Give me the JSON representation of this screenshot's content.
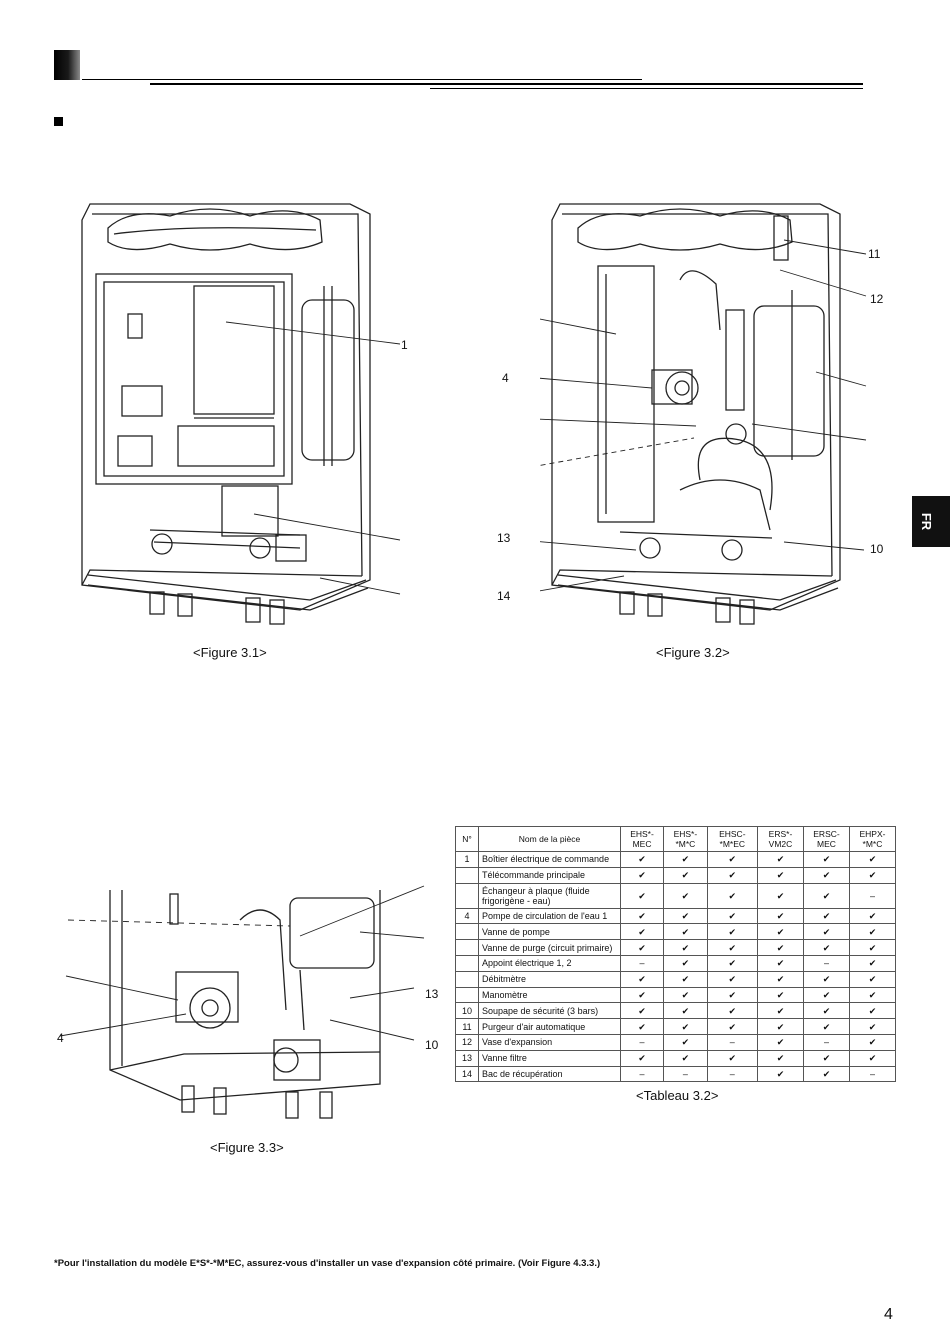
{
  "side_tab": "FR",
  "figures": {
    "fig1": {
      "caption": "<Figure 3.1>",
      "callouts": [
        "1"
      ]
    },
    "fig2": {
      "caption": "<Figure 3.2>",
      "callouts": [
        "11",
        "12",
        "4",
        "13",
        "10",
        "14"
      ]
    },
    "fig3": {
      "caption": "<Figure 3.3>",
      "callouts": [
        "13",
        "4",
        "10"
      ]
    }
  },
  "table": {
    "caption": "<Tableau 3.2>",
    "headers": [
      "N°",
      "Nom de la pièce",
      "EHS*-MEC",
      "EHS*-*M*C",
      "EHSC-*M*EC",
      "ERS*-VM2C",
      "ERSC-MEC",
      "EHPX-*M*C"
    ],
    "rows": [
      {
        "no": "1",
        "name": "Boîtier électrique de commande",
        "marks": [
          "✔",
          "✔",
          "✔",
          "✔",
          "✔",
          "✔"
        ]
      },
      {
        "no": "",
        "name": "Télécommande principale",
        "marks": [
          "✔",
          "✔",
          "✔",
          "✔",
          "✔",
          "✔"
        ]
      },
      {
        "no": "",
        "name": "Échangeur à plaque (fluide frigorigène - eau)",
        "marks": [
          "✔",
          "✔",
          "✔",
          "✔",
          "✔",
          "–"
        ]
      },
      {
        "no": "4",
        "name": "Pompe de circulation de l'eau 1",
        "marks": [
          "✔",
          "✔",
          "✔",
          "✔",
          "✔",
          "✔"
        ]
      },
      {
        "no": "",
        "name": "Vanne de pompe",
        "marks": [
          "✔",
          "✔",
          "✔",
          "✔",
          "✔",
          "✔"
        ]
      },
      {
        "no": "",
        "name": "Vanne de purge (circuit primaire)",
        "marks": [
          "✔",
          "✔",
          "✔",
          "✔",
          "✔",
          "✔"
        ]
      },
      {
        "no": "",
        "name": "Appoint électrique 1, 2",
        "marks": [
          "–",
          "✔",
          "✔",
          "✔",
          "–",
          "✔"
        ]
      },
      {
        "no": "",
        "name": "Débitmètre",
        "marks": [
          "✔",
          "✔",
          "✔",
          "✔",
          "✔",
          "✔"
        ]
      },
      {
        "no": "",
        "name": "Manomètre",
        "marks": [
          "✔",
          "✔",
          "✔",
          "✔",
          "✔",
          "✔"
        ]
      },
      {
        "no": "10",
        "name": "Soupape de sécurité (3 bars)",
        "marks": [
          "✔",
          "✔",
          "✔",
          "✔",
          "✔",
          "✔"
        ]
      },
      {
        "no": "11",
        "name": "Purgeur d'air automatique",
        "marks": [
          "✔",
          "✔",
          "✔",
          "✔",
          "✔",
          "✔"
        ]
      },
      {
        "no": "12",
        "name": "Vase d'expansion",
        "marks": [
          "–",
          "✔",
          "–",
          "✔",
          "–",
          "✔"
        ]
      },
      {
        "no": "13",
        "name": "Vanne filtre",
        "marks": [
          "✔",
          "✔",
          "✔",
          "✔",
          "✔",
          "✔"
        ]
      },
      {
        "no": "14",
        "name": "Bac de récupération",
        "marks": [
          "–",
          "–",
          "–",
          "✔",
          "✔",
          "–"
        ]
      }
    ]
  },
  "footnote": "*Pour l'installation du modèle E*S*-*M*EC, assurez-vous d'installer un vase d'expansion côté primaire. (Voir Figure 4.3.3.)",
  "page_number": "4"
}
